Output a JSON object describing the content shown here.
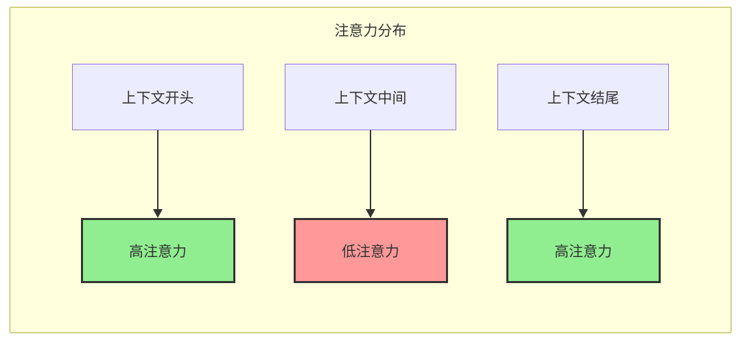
{
  "diagram": {
    "title": "注意力分布",
    "columns": [
      {
        "top": "上下文开头",
        "bottom": "高注意力",
        "bottom_type": "high"
      },
      {
        "top": "上下文中间",
        "bottom": "低注意力",
        "bottom_type": "low"
      },
      {
        "top": "上下文结尾",
        "bottom": "高注意力",
        "bottom_type": "high"
      }
    ],
    "edges": [
      {
        "from": "上下文开头",
        "to": "高注意力"
      },
      {
        "from": "上下文中间",
        "to": "低注意力"
      },
      {
        "from": "上下文结尾",
        "to": "高注意力"
      }
    ],
    "colors": {
      "container_bg": "#ffffde",
      "container_border": "#aaaa33",
      "top_node_bg": "#ececff",
      "top_node_border": "#9370db",
      "high_bg": "#90ee90",
      "low_bg": "#ff9999",
      "node_border_dark": "#333333"
    }
  }
}
